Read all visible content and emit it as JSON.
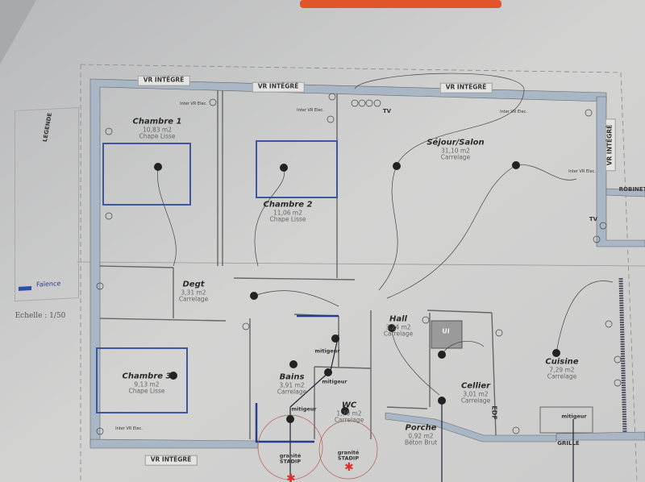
{
  "rooms": [
    {
      "id": "chambre1",
      "name": "Chambre 1",
      "area": "10,83 m2",
      "floor": "Chape Lisse"
    },
    {
      "id": "chambre2",
      "name": "Chambre 2",
      "area": "11,06 m2",
      "floor": "Chape Lisse"
    },
    {
      "id": "sejour",
      "name": "Séjour/Salon",
      "area": "31,10 m2",
      "floor": "Carrelage"
    },
    {
      "id": "degt",
      "name": "Degt",
      "area": "3,31 m2",
      "floor": "Carrelage"
    },
    {
      "id": "chambre3",
      "name": "Chambre 3",
      "area": "9,13 m2",
      "floor": "Chape Lisse"
    },
    {
      "id": "bains",
      "name": "Bains",
      "area": "3,91 m2",
      "floor": "Carrelage"
    },
    {
      "id": "wc",
      "name": "WC",
      "area": "1,70 m2",
      "floor": "Carrelage"
    },
    {
      "id": "hall",
      "name": "Hall",
      "area": "3,24 m2",
      "floor": "Carrelage"
    },
    {
      "id": "cellier",
      "name": "Cellier",
      "area": "3,01 m2",
      "floor": "Carrelage"
    },
    {
      "id": "cuisine",
      "name": "Cuisine",
      "area": "7,29 m2",
      "floor": "Carrelage"
    },
    {
      "id": "porche",
      "name": "Porche",
      "area": "0,92 m2",
      "floor": "Béton Brut"
    }
  ],
  "labels": {
    "vr_integre": "VR INTÉGRÉ",
    "inter_vr": "Inter VR Elec.",
    "tv": "TV",
    "robinet": "ROBINET",
    "grille": "GRILLE",
    "edf": "EDF",
    "mitigeur": "mitigeur",
    "granite_stadip": "granité STADIP",
    "legend_title": "LEGENDE",
    "faience": "Faïence",
    "scale": "Echelle : 1/50",
    "ui": "UI"
  },
  "colors": {
    "wall": "#a8b6c6",
    "faience": "#2a4fa8",
    "paper": "#d6d6d5",
    "accent": "#e0552a"
  }
}
